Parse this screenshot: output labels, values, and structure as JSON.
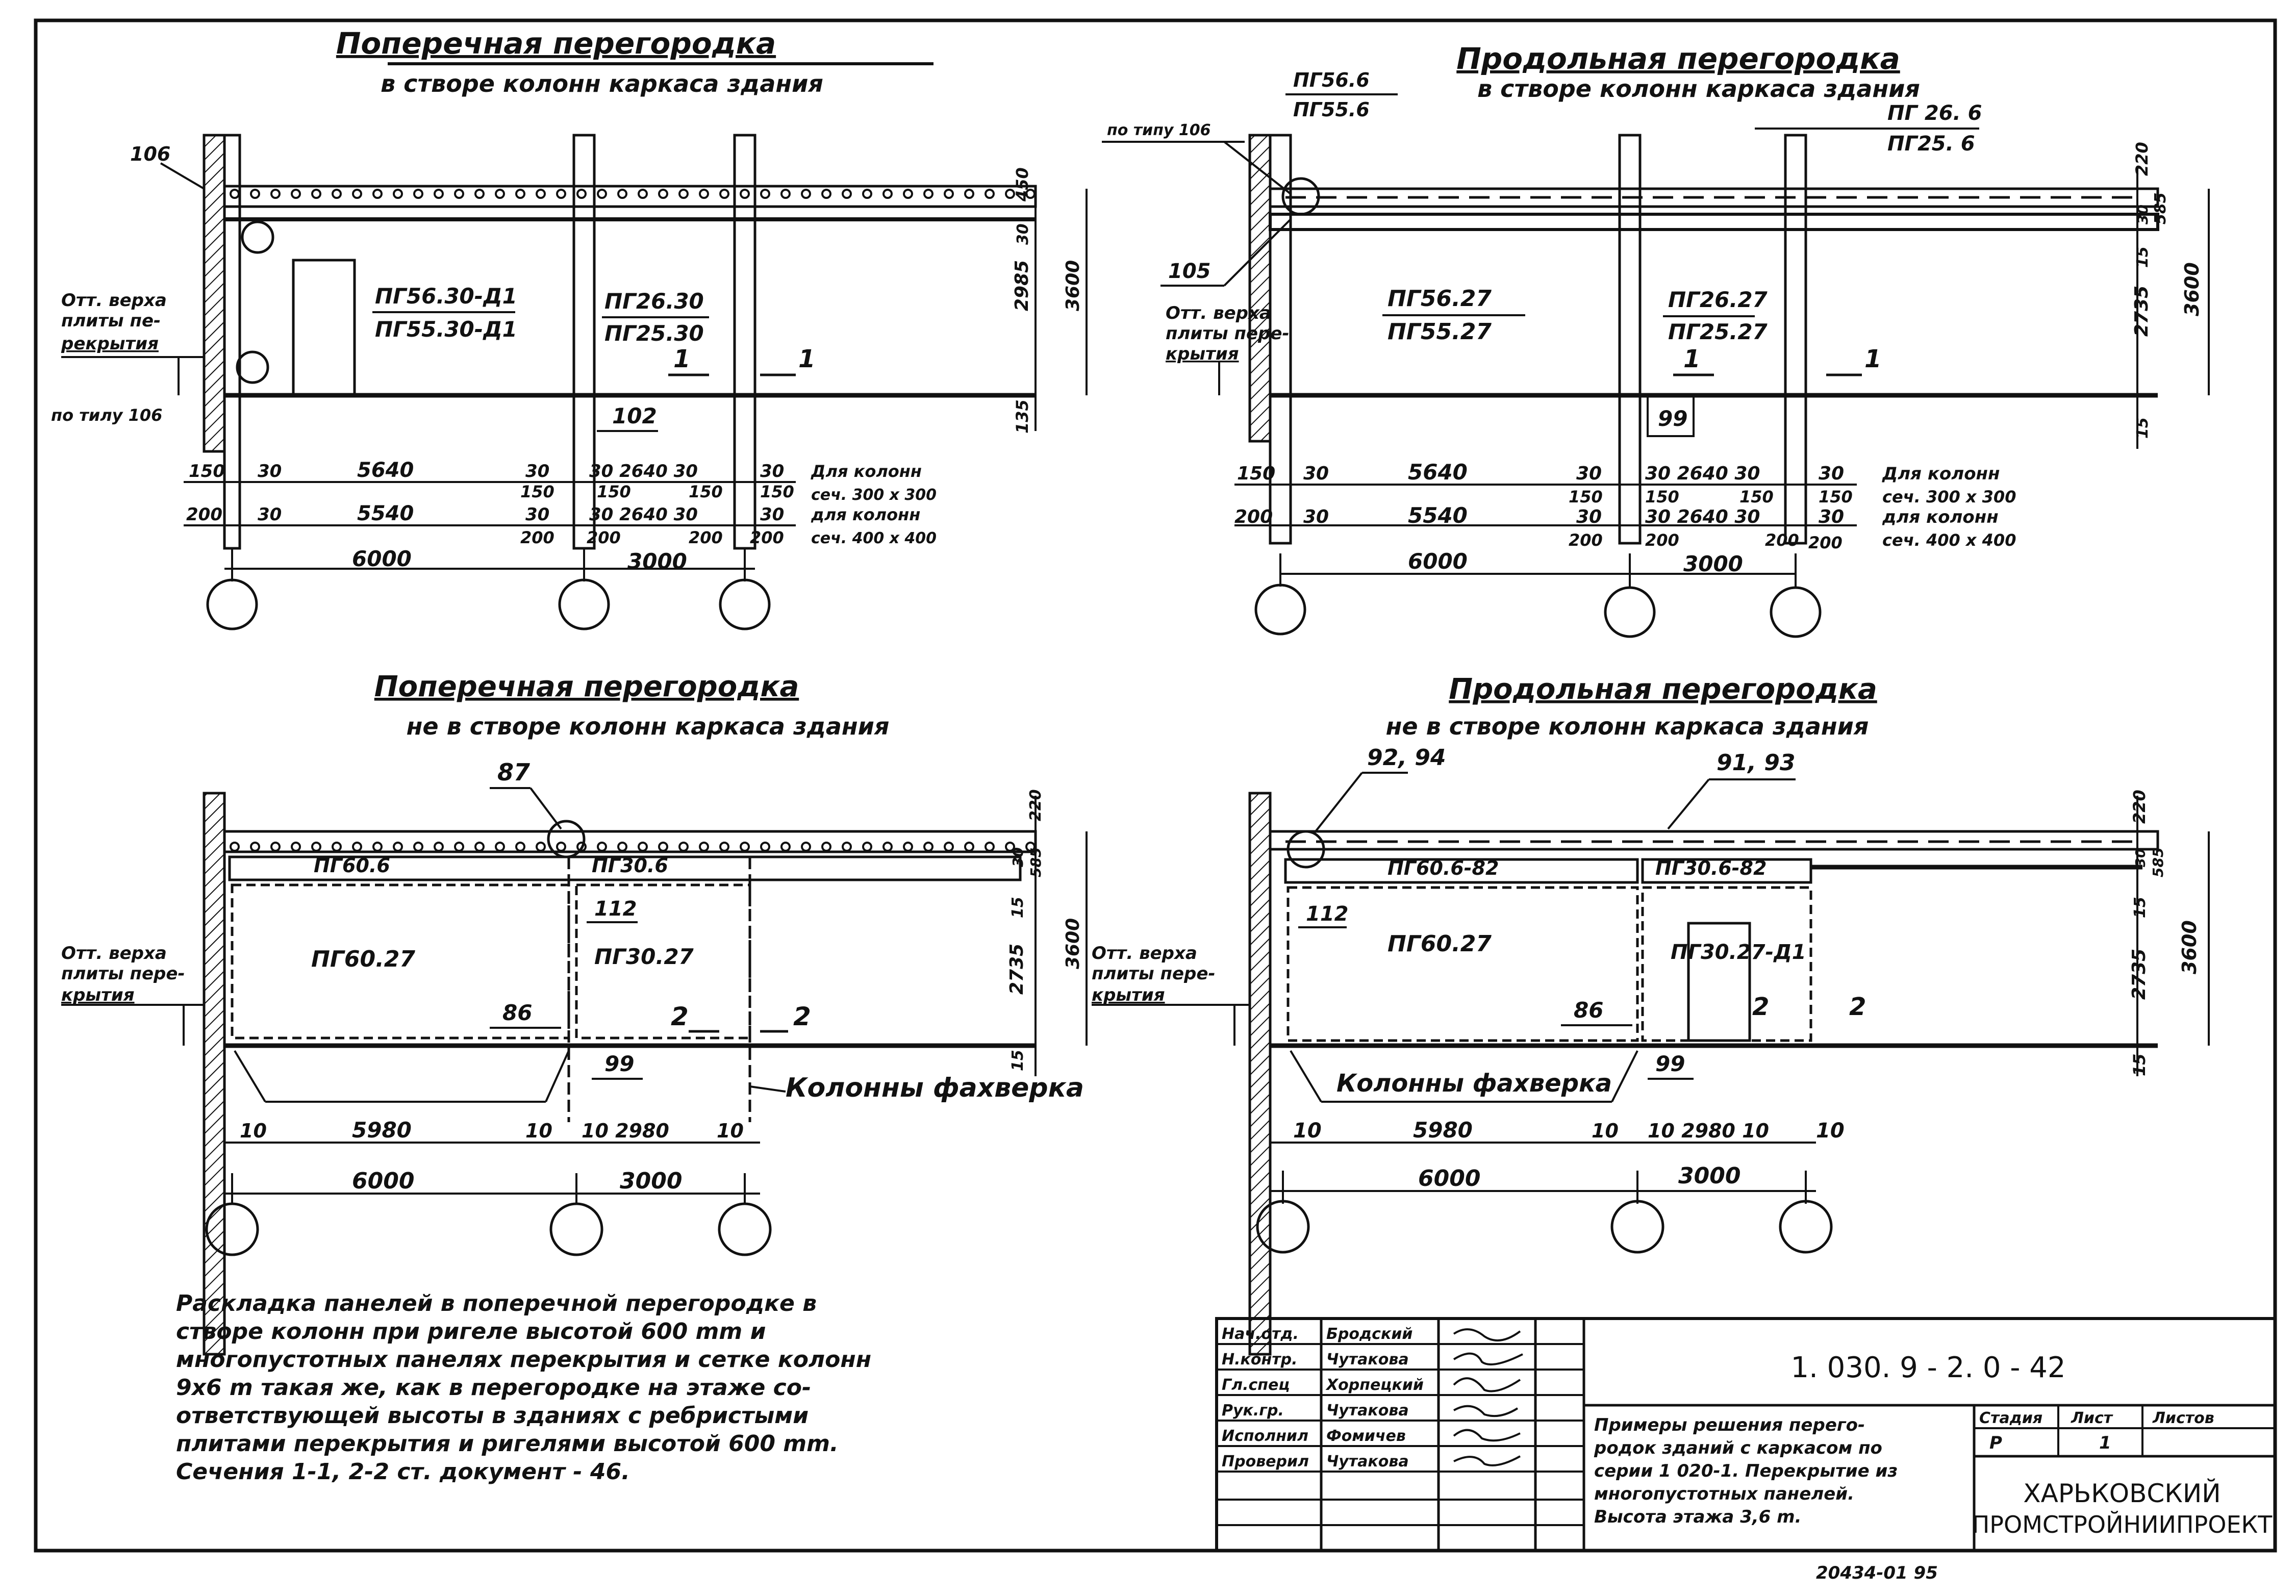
{
  "panel_tl": {
    "title1": "Поперечная перегородка",
    "title2": "в створе колонн каркаса здания",
    "note_106": "106",
    "elev_label_1": "Отт. верха",
    "elev_label_2": "плиты пе-",
    "elev_label_3": "рекрытия",
    "bottom_left_note": "по тилу 106",
    "mark_a1": "ПГ56.30-Д1",
    "mark_a2": "ПГ55.30-Д1",
    "mark_b1": "ПГ26.30",
    "mark_b2": "ПГ25.30",
    "sec_1a": "1",
    "sec_1b": "1",
    "callout_102": "102",
    "dim_v_top": "450",
    "dim_v_30": "30",
    "dim_v_main": "2985",
    "dim_v_bot": "135",
    "dim_v_total": "3600",
    "r1": [
      "150",
      "30",
      "5640",
      "30",
      "30 2640 30",
      "30"
    ],
    "r1b": [
      "150",
      "150",
      "150",
      "150"
    ],
    "r2": [
      "200",
      "30",
      "5540",
      "30",
      "30 2640 30",
      "30"
    ],
    "r2b": [
      "200",
      "200",
      "200",
      "200"
    ],
    "note_r1": "Для колонн",
    "note_r1b": "сеч. 300 х 300",
    "note_r2": "для колонн",
    "note_r2b": "сеч. 400 х 400",
    "span_1": "6000",
    "span_2": "3000"
  },
  "panel_tr": {
    "title1": "Продольная перегородка",
    "title2": "в створе колонн каркаса здания",
    "pg_l1": "ПГ56.6",
    "pg_l2": "ПГ55.6",
    "pg_r1": "ПГ 26. 6",
    "pg_r2": "ПГ25. 6",
    "note_tl": "по типу 106",
    "callout_105": "105",
    "elev_label_1": "Отт. верха",
    "elev_label_2": "плиты пере-",
    "elev_label_3": "крытия",
    "mark_a1": "ПГ56.27",
    "mark_a2": "ПГ55.27",
    "mark_b1": "ПГ26.27",
    "mark_b2": "ПГ25.27",
    "sec_1a": "1",
    "sec_1b": "1",
    "callout_99": "99",
    "dim_v_top": "220",
    "dim_v_30": "30",
    "dim_v_585": "585",
    "dim_v_15a": "15",
    "dim_v_main": "2735",
    "dim_v_total": "3600",
    "dim_v_15b": "15",
    "r1": [
      "150",
      "30",
      "5640",
      "30",
      "30 2640 30",
      "30"
    ],
    "r1b": [
      "150",
      "150",
      "150",
      "150"
    ],
    "r2": [
      "200",
      "30",
      "5540",
      "30",
      "30 2640 30",
      "30"
    ],
    "r2b": [
      "200",
      "200",
      "200",
      "200"
    ],
    "note_r1": "Для колонн",
    "note_r1b": "сеч. 300 х 300",
    "note_r2": "для колонн",
    "note_r2b": "сеч. 400 х 400",
    "span_1": "6000",
    "span_2": "3000"
  },
  "panel_bl": {
    "title1": "Поперечная перегородка",
    "title2": "не в створе колонн каркаса здания",
    "callout_87": "87",
    "pg_a": "ПГ60.6",
    "pg_b": "ПГ30.6",
    "callout_112": "112",
    "mark_a": "ПГ60.27",
    "mark_b": "ПГ30.27",
    "elev_label_1": "Отт. верха",
    "elev_label_2": "плиты пере-",
    "elev_label_3": "крытия",
    "callout_86": "86",
    "callout_99": "99",
    "sec_2a": "2",
    "sec_2b": "2",
    "fakhverk": "Колонны фахверка",
    "dim_v_top": "220",
    "dim_v_30": "30",
    "dim_v_585": "585",
    "dim_v_15a": "15",
    "dim_v_main": "2735",
    "dim_v_total": "3600",
    "dim_v_15b": "15",
    "r1": [
      "10",
      "5980",
      "10",
      "10 2980",
      "10"
    ],
    "span_1": "6000",
    "span_2": "3000"
  },
  "panel_br": {
    "title1": "Продольная перегородка",
    "title2": "не в створе колонн каркаса здания",
    "callout_92": "92, 94",
    "callout_91": "91, 93",
    "pg_a": "ПГ60.6-82",
    "pg_b": "ПГ30.6-82",
    "callout_112": "112",
    "mark_a": "ПГ60.27",
    "mark_b": "ПГ30.27-Д1",
    "elev_label_1": "Отт. верха",
    "elev_label_2": "плиты пере-",
    "elev_label_3": "крытия",
    "callout_86": "86",
    "callout_99": "99",
    "sec_2a": "2",
    "sec_2b": "2",
    "fakhverk": "Колонны фахверка",
    "dim_v_top": "220",
    "dim_v_30": "30",
    "dim_v_585": "585",
    "dim_v_15a": "15",
    "dim_v_main": "2735",
    "dim_v_total": "3600",
    "dim_v_15b": "15",
    "r1": [
      "10",
      "5980",
      "10",
      "10 2980 10",
      "10"
    ],
    "span_1": "6000",
    "span_2": "3000"
  },
  "note": {
    "lines": [
      "Раскладка панелей в поперечной перегородке в",
      "створе колонн при ригеле высотой 600 mm и",
      "многопустотных панелях перекрытия и сетке колонн",
      "9х6 m такая же, как в перегородке на этаже со-",
      "ответствующей высоты в зданиях с ребристыми",
      "плитами перекрытия и ригелями высотой 600 mm.",
      "Сечения 1-1, 2-2 ст. документ - 46."
    ]
  },
  "stamp": {
    "roles": [
      "Нач.отд.",
      "Н.контр.",
      "Гл.спец",
      "Рук.гр.",
      "Исполнил",
      "Проверил"
    ],
    "names": [
      "Бродский",
      "Чутакова",
      "Хорпецкий",
      "Чутакова",
      "Фомичев",
      "Чутакова"
    ],
    "code": "1. 030. 9 - 2. 0 - 42",
    "desc": [
      "Примеры решения перего-",
      "родок зданий с каркасом по",
      "серии 1 020-1. Перекрытие из",
      "многопустотных панелей.",
      "Высота этажа 3,6 m."
    ],
    "h_stage": "Стадия",
    "h_sheet": "Лист",
    "h_sheets": "Листов",
    "v_stage": "Р",
    "v_sheet": "1",
    "v_sheets": "",
    "org1": "ХАРЬКОВСКИЙ",
    "org2": "ПРОМСТРОЙНИИПРОЕКТ",
    "footer": "20434-01  95"
  }
}
